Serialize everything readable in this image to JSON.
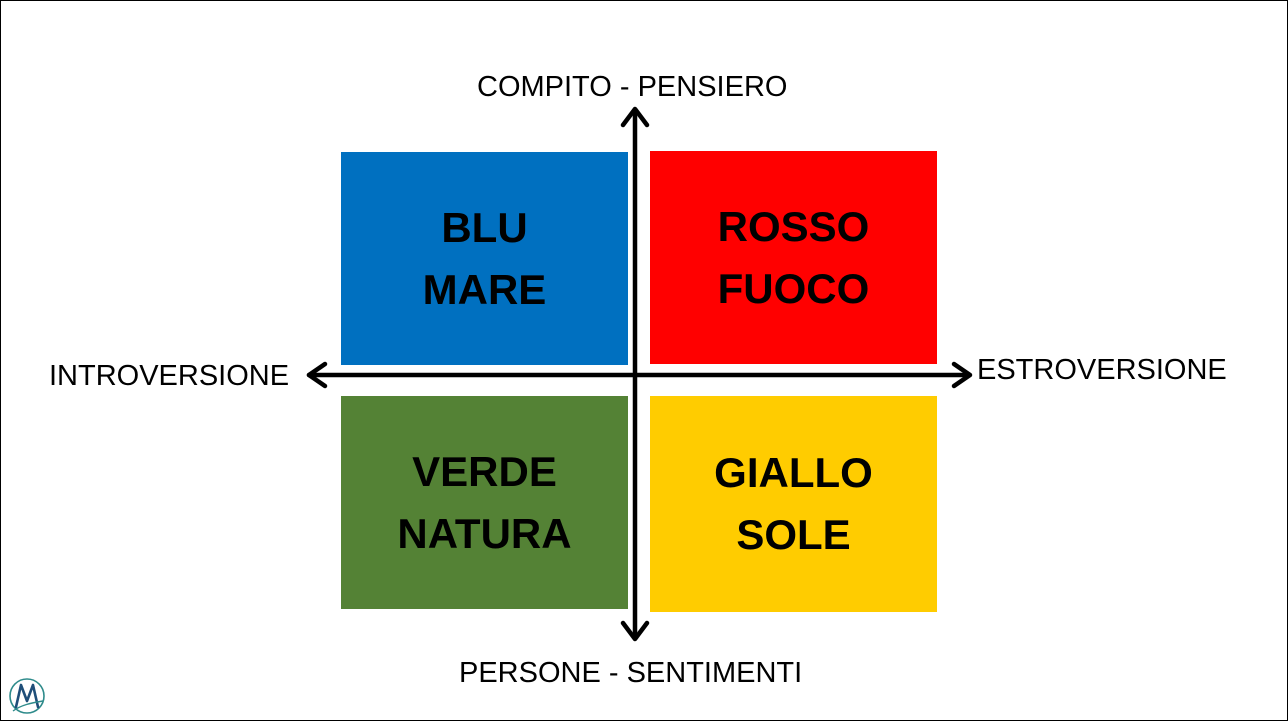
{
  "diagram": {
    "quadrants": {
      "blue": {
        "label": "BLU\nMARE",
        "color": "#0070C0"
      },
      "red": {
        "label": "ROSSO\nFUOCO",
        "color": "#FF0000"
      },
      "green": {
        "label": "VERDE\nNATURA",
        "color": "#548235"
      },
      "yellow": {
        "label": "GIALLO\nSOLE",
        "color": "#FFCC00"
      }
    },
    "axes": {
      "top": "COMPITO - PENSIERO",
      "bottom": "PERSONE - SENTIMENTI",
      "left": "INTROVERSIONE",
      "right": "ESTROVERSIONE"
    }
  },
  "logo": {
    "icon": "m-monogram-icon",
    "color": "#2E8B8B"
  }
}
